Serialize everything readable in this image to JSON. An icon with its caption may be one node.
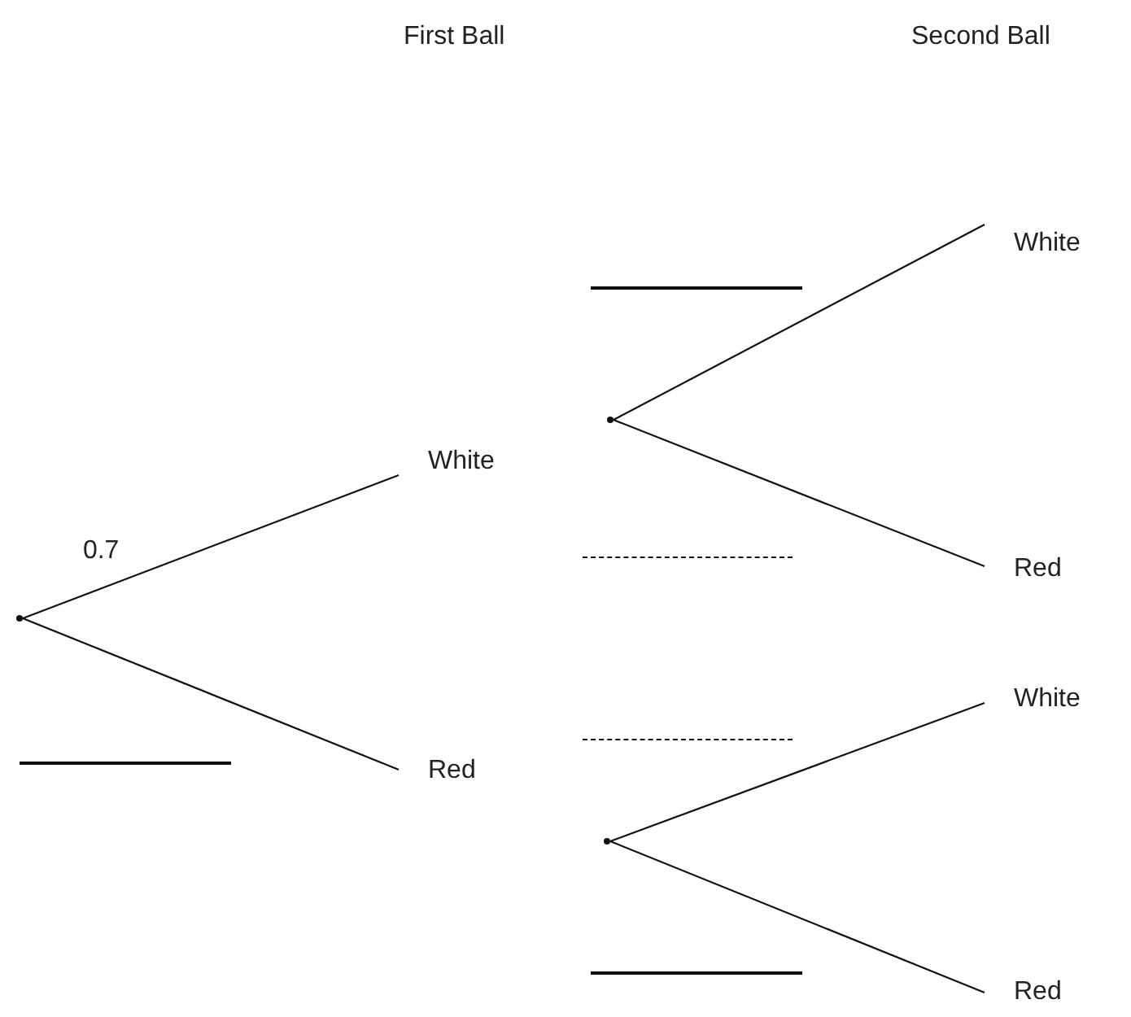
{
  "diagram": {
    "nodes": [
      {
        "text": [],
        "shape": "point"
      },
      {
        "text": [
          "White"
        ]
      },
      {
        "text": [
          "Red"
        ]
      },
      {
        "text": [],
        "shape": "point"
      },
      {
        "text": [],
        "shape": "point"
      },
      {
        "text": [
          "White"
        ]
      },
      {
        "text": [
          "Red"
        ]
      },
      {
        "text": [
          "White"
        ]
      },
      {
        "text": [
          "Red"
        ]
      }
    ],
    "edges": [
      {
        "from": 0,
        "to": 1,
        "arrow": "none",
        "label": "0.7"
      },
      {
        "from": 0,
        "to": 2,
        "arrow": "none"
      },
      {
        "from": 3,
        "to": 5,
        "arrow": "none"
      },
      {
        "from": 3,
        "to": 6,
        "arrow": "none"
      },
      {
        "from": 4,
        "to": 7,
        "arrow": "none"
      },
      {
        "from": 4,
        "to": 8,
        "arrow": "none"
      }
    ],
    "labels": [
      "First Ball",
      "Second Ball"
    ]
  }
}
